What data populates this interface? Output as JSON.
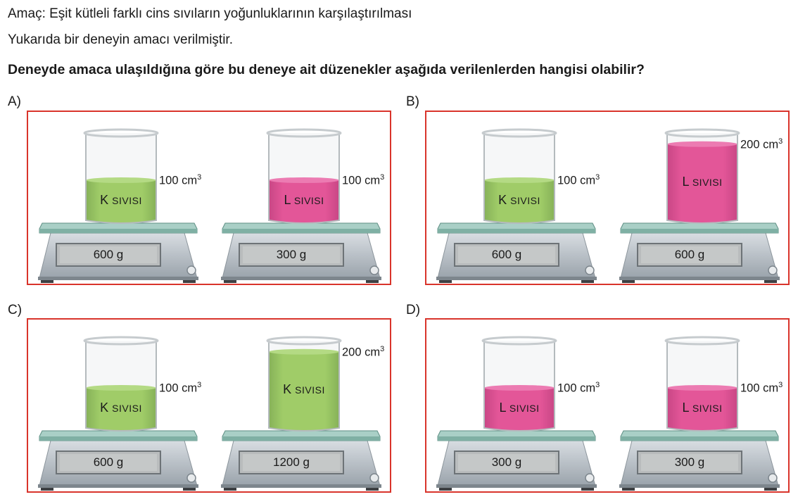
{
  "question": {
    "aim": "Amaç: Eşit kütleli farklı cins sıvıların yoğunluklarının karşılaştırılması",
    "info": "Yukarıda bir deneyin amacı verilmiştir.",
    "prompt": "Deneyde amaca ulaşıldığına göre bu deneye ait düzenekler aşağıda verilenlerden hangisi olabilir?"
  },
  "colors": {
    "border": "#d9342b",
    "green_liquid": "#8cc63f",
    "pink_liquid": "#e6287f"
  },
  "options": [
    {
      "label": "A)",
      "setups": [
        {
          "liquid_letter": "K",
          "liquid_word": "SIVISI",
          "liquid_color": "green",
          "volume": "100 cm",
          "volume_exp": "3",
          "fill_level": 0.5,
          "mass": "600 g"
        },
        {
          "liquid_letter": "L",
          "liquid_word": "SIVISI",
          "liquid_color": "pink",
          "volume": "100 cm",
          "volume_exp": "3",
          "fill_level": 0.5,
          "mass": "300 g"
        }
      ]
    },
    {
      "label": "B)",
      "setups": [
        {
          "liquid_letter": "K",
          "liquid_word": "SIVISI",
          "liquid_color": "green",
          "volume": "100 cm",
          "volume_exp": "3",
          "fill_level": 0.5,
          "mass": "600 g"
        },
        {
          "liquid_letter": "L",
          "liquid_word": "SIVISI",
          "liquid_color": "pink",
          "volume": "200 cm",
          "volume_exp": "3",
          "fill_level": 0.92,
          "mass": "600 g"
        }
      ]
    },
    {
      "label": "C)",
      "setups": [
        {
          "liquid_letter": "K",
          "liquid_word": "SIVISI",
          "liquid_color": "green",
          "volume": "100 cm",
          "volume_exp": "3",
          "fill_level": 0.5,
          "mass": "600 g"
        },
        {
          "liquid_letter": "K",
          "liquid_word": "SIVISI",
          "liquid_color": "green",
          "volume": "200 cm",
          "volume_exp": "3",
          "fill_level": 0.92,
          "mass": "1200 g"
        }
      ]
    },
    {
      "label": "D)",
      "setups": [
        {
          "liquid_letter": "L",
          "liquid_word": "SIVISI",
          "liquid_color": "pink",
          "volume": "100 cm",
          "volume_exp": "3",
          "fill_level": 0.5,
          "mass": "300 g"
        },
        {
          "liquid_letter": "L",
          "liquid_word": "SIVISI",
          "liquid_color": "pink",
          "volume": "100 cm",
          "volume_exp": "3",
          "fill_level": 0.5,
          "mass": "300 g"
        }
      ]
    }
  ]
}
